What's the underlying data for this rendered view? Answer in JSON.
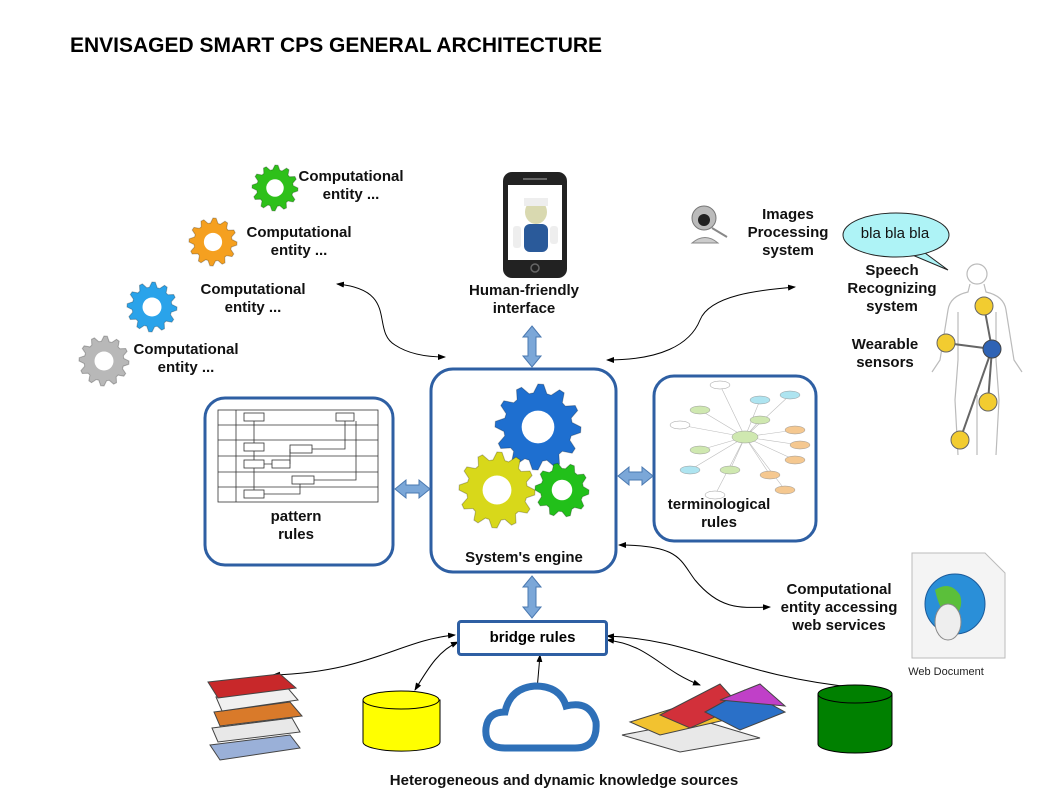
{
  "title": "ENVISAGED SMART CPS GENERAL ARCHITECTURE",
  "computational_entities": [
    {
      "label": "Computational entity ...",
      "color": "#2ec01a"
    },
    {
      "label": "Computational entity ...",
      "color": "#f5a020"
    },
    {
      "label": "Computational entity ...",
      "color": "#2aa3ea"
    },
    {
      "label": "Computational entity ...",
      "color": "#b8b8b8"
    }
  ],
  "interface": {
    "label": "Human-friendly interface"
  },
  "images_processing": {
    "label": "Images Processing system"
  },
  "speech": {
    "bubble": "bla bla bla",
    "label": "Speech Recognizing system"
  },
  "wearable": {
    "label": "Wearable sensors"
  },
  "pattern_rules": {
    "label": "pattern rules"
  },
  "engine": {
    "label": "System's engine"
  },
  "terminological_rules": {
    "label": "terminological rules"
  },
  "bridge_rules": {
    "label": "bridge rules"
  },
  "web_services": {
    "label": "Computational entity accessing web services",
    "doc_label": "Web Document"
  },
  "knowledge_sources": {
    "label": "Heterogeneous and dynamic knowledge sources"
  },
  "colors": {
    "box_border": "#2e5fa3",
    "block_arrow": "#7ba7d8",
    "gear_blue": "#1e6fd0",
    "gear_yellow": "#d8d81a",
    "gear_green": "#22c01a",
    "bubble": "#aef3f6",
    "sensor_yellow": "#f2cc30",
    "sensor_blue": "#2f63b5"
  }
}
